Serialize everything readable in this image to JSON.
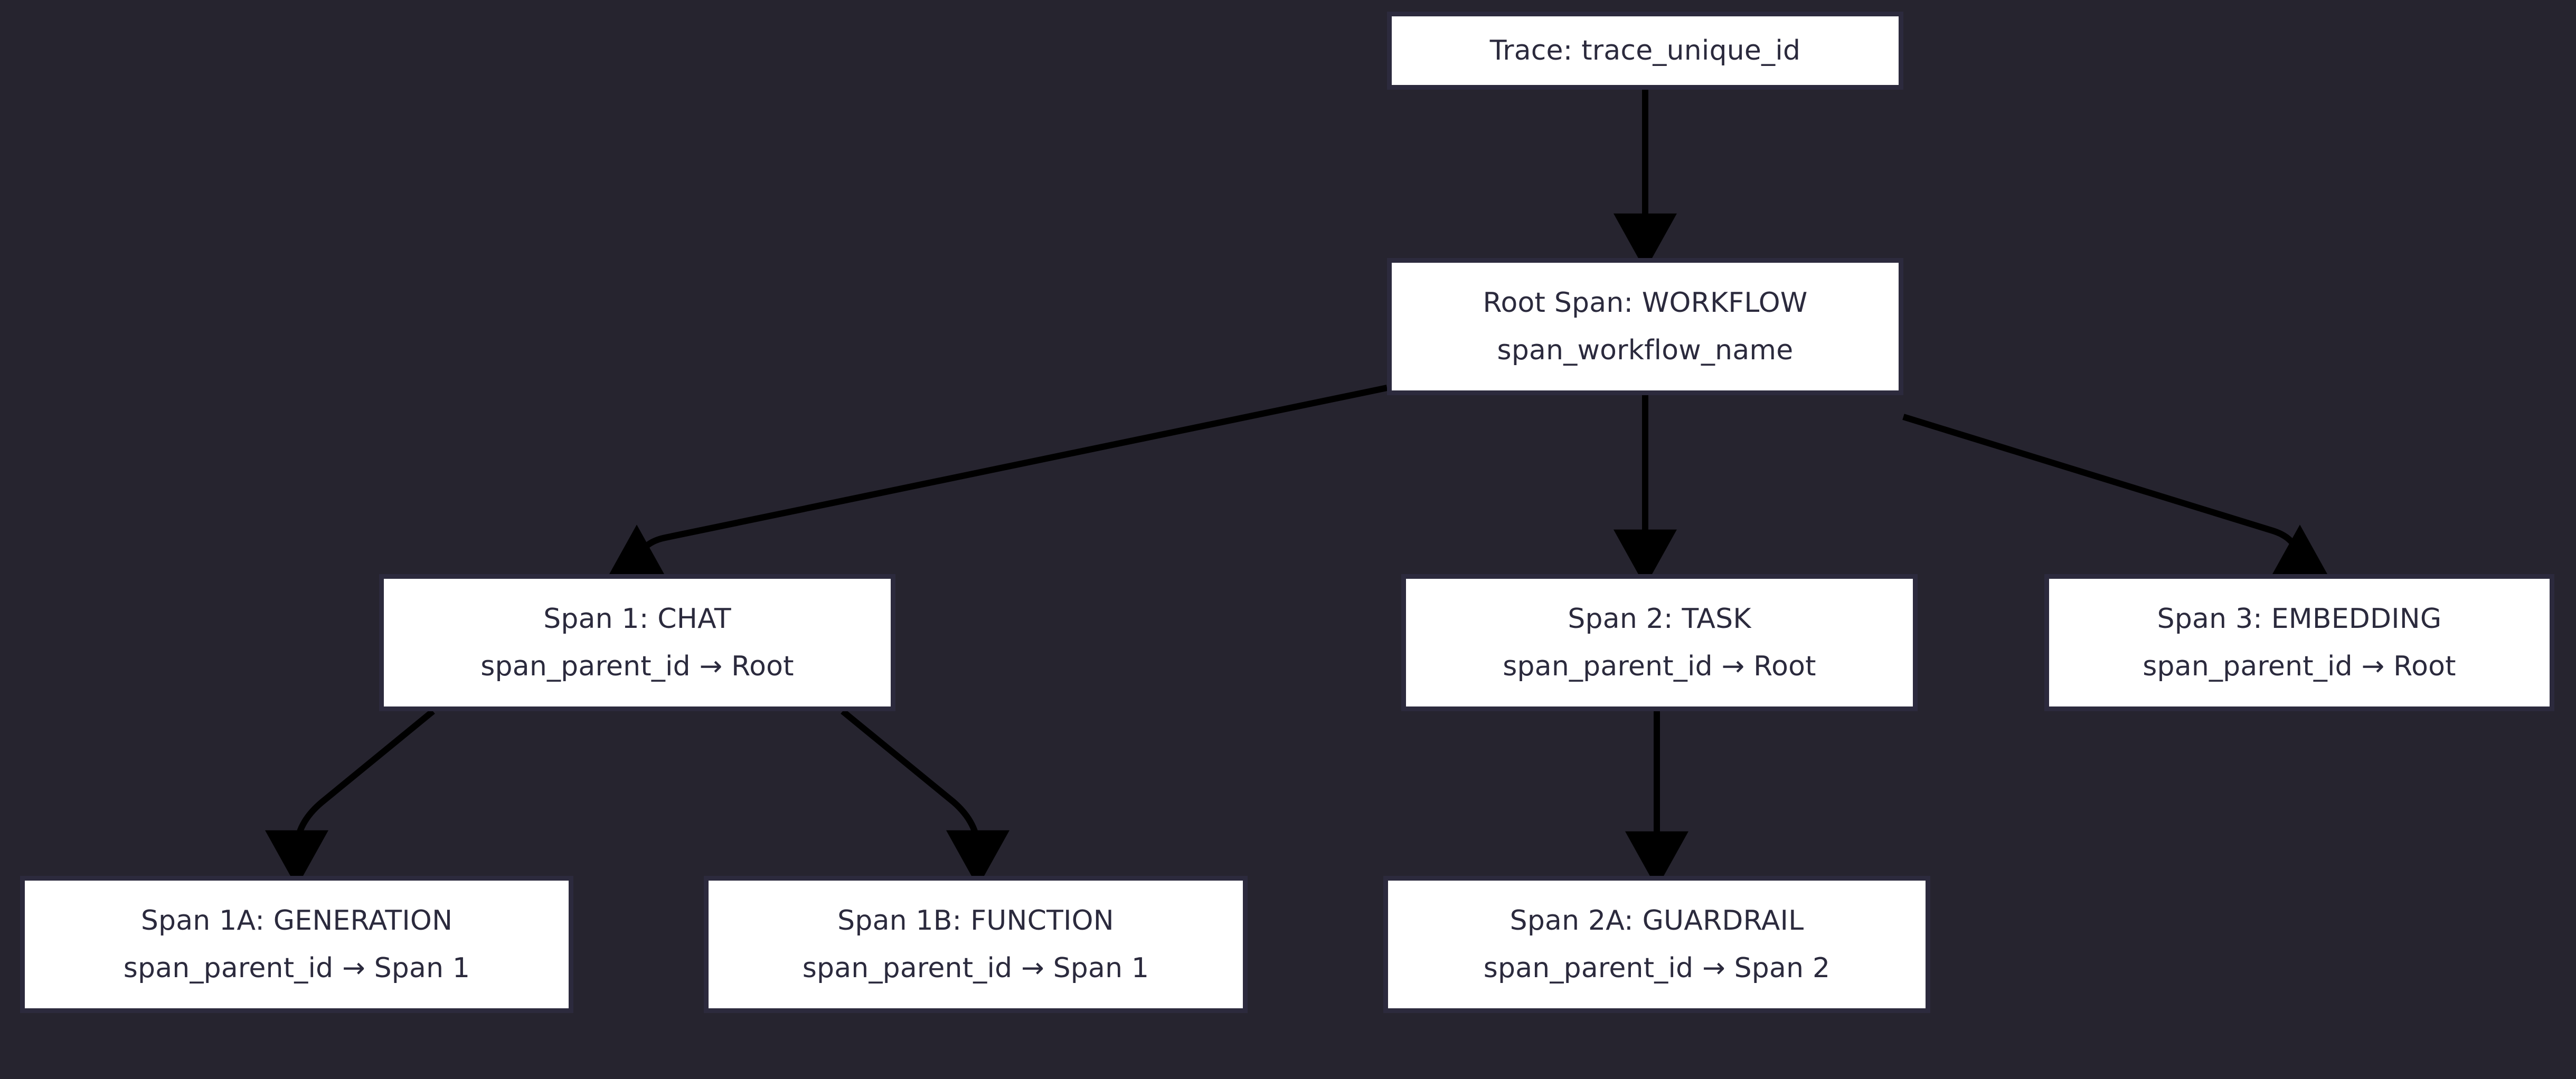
{
  "diagram": {
    "type": "flowchart-tree",
    "direction": "top-down",
    "theme": {
      "background": "#26242f",
      "node_fill": "#ffffff",
      "node_border": "#2c2a3d",
      "node_text": "#2b2a3d",
      "edge_stroke": "#000000"
    }
  },
  "nodes": {
    "trace": {
      "line1": "Trace: trace_unique_id"
    },
    "root_span": {
      "line1": "Root Span: WORKFLOW",
      "line2": "span_workflow_name"
    },
    "span_1": {
      "line1": "Span 1: CHAT",
      "line2": "span_parent_id → Root"
    },
    "span_2": {
      "line1": "Span 2: TASK",
      "line2": "span_parent_id → Root"
    },
    "span_3": {
      "line1": "Span 3: EMBEDDING",
      "line2": "span_parent_id → Root"
    },
    "span_1a": {
      "line1": "Span 1A: GENERATION",
      "line2": "span_parent_id → Span 1"
    },
    "span_1b": {
      "line1": "Span 1B: FUNCTION",
      "line2": "span_parent_id → Span 1"
    },
    "span_2a": {
      "line1": "Span 2A: GUARDRAIL",
      "line2": "span_parent_id → Span 2"
    }
  },
  "edges": [
    {
      "from": "trace",
      "to": "root_span",
      "style": "straight-vertical"
    },
    {
      "from": "root_span",
      "to": "span_1",
      "style": "curved-left"
    },
    {
      "from": "root_span",
      "to": "span_2",
      "style": "straight-vertical"
    },
    {
      "from": "root_span",
      "to": "span_3",
      "style": "curved-right"
    },
    {
      "from": "span_1",
      "to": "span_1a",
      "style": "curved-left"
    },
    {
      "from": "span_1",
      "to": "span_1b",
      "style": "curved-right"
    },
    {
      "from": "span_2",
      "to": "span_2a",
      "style": "straight-vertical"
    }
  ]
}
